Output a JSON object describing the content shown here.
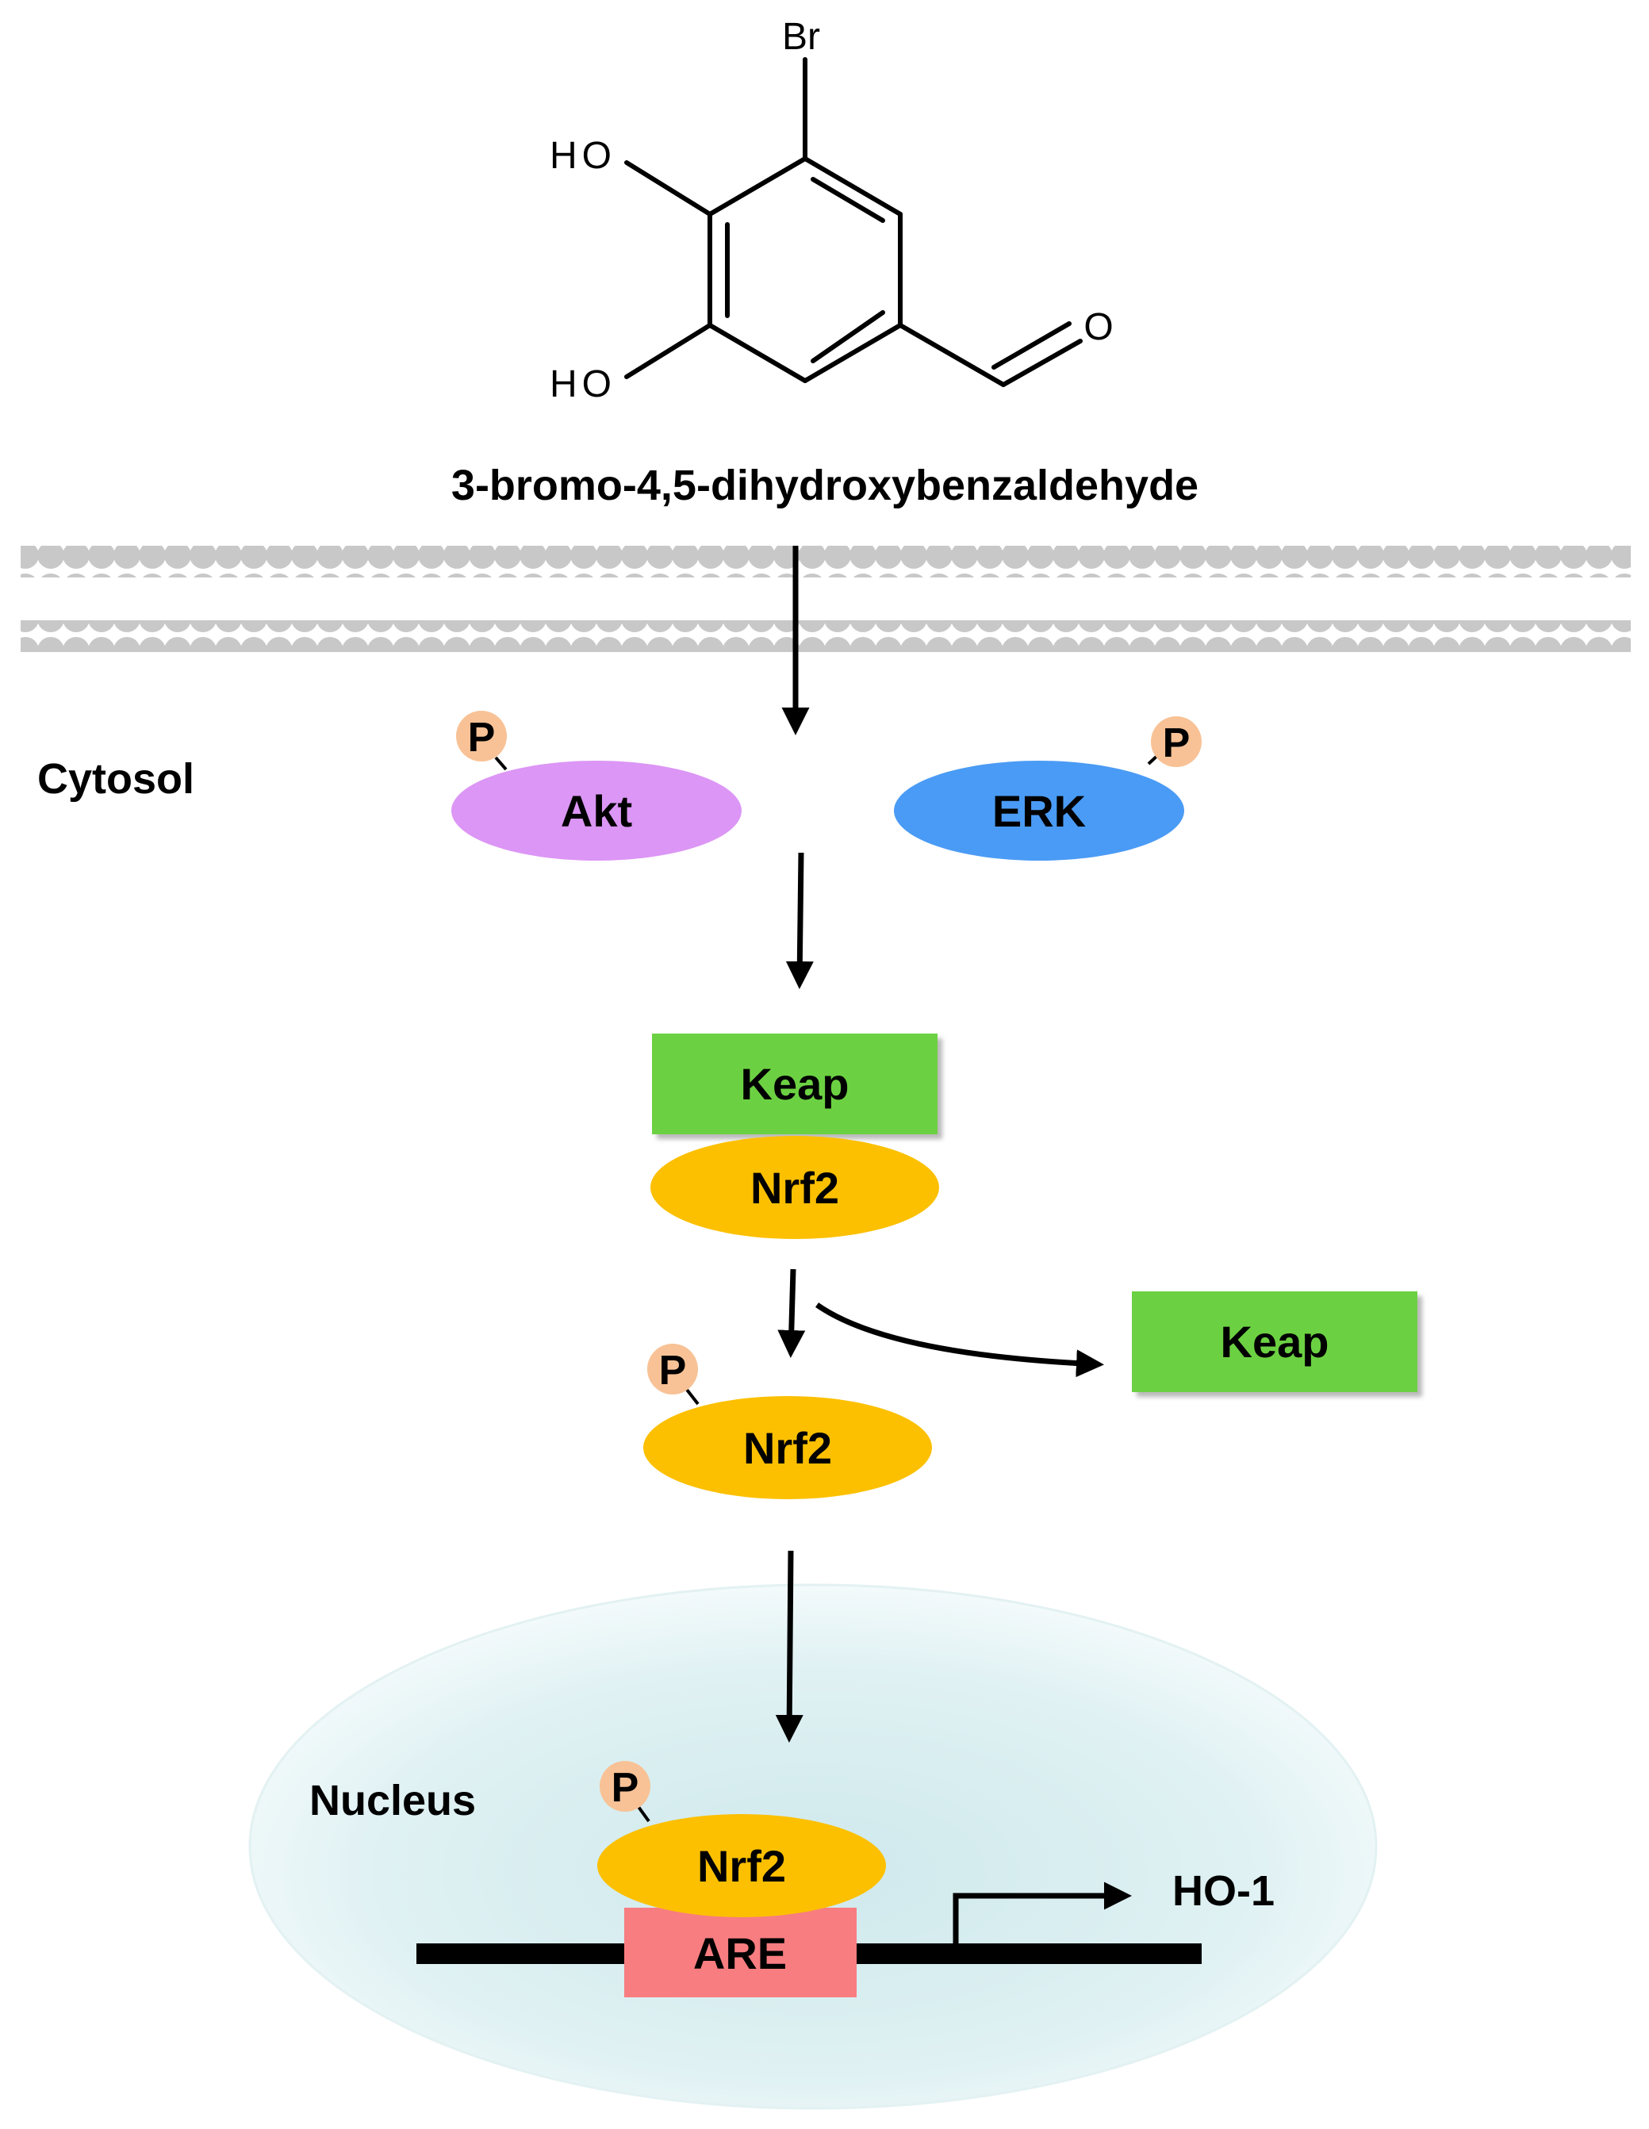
{
  "compound": {
    "name": "3-bromo-4,5-dihydroxybenzaldehyde",
    "atoms": {
      "bromine": "Br",
      "hydroxyl_top": "HO",
      "hydroxyl_bottom": "HO",
      "oxygen": "O"
    }
  },
  "compartments": {
    "cytosol": "Cytosol",
    "nucleus": "Nucleus"
  },
  "nodes": {
    "akt": "Akt",
    "erk": "ERK",
    "keap_bound": "Keap",
    "nrf2_bound": "Nrf2",
    "keap_released": "Keap",
    "nrf2_phospho": "Nrf2",
    "nrf2_nuclear": "Nrf2",
    "are": "ARE",
    "ho1": "HO-1"
  },
  "phospho_label": "P",
  "colors": {
    "membrane_bead": "#c8c8c8",
    "akt": "#dc96f5",
    "erk": "#4a9bf5",
    "keap": "#6cd142",
    "nrf2": "#fcc000",
    "phospho": "#f8c296",
    "are": "#f87d80",
    "nucleus": "#dff1f3",
    "dna": "#000000"
  }
}
